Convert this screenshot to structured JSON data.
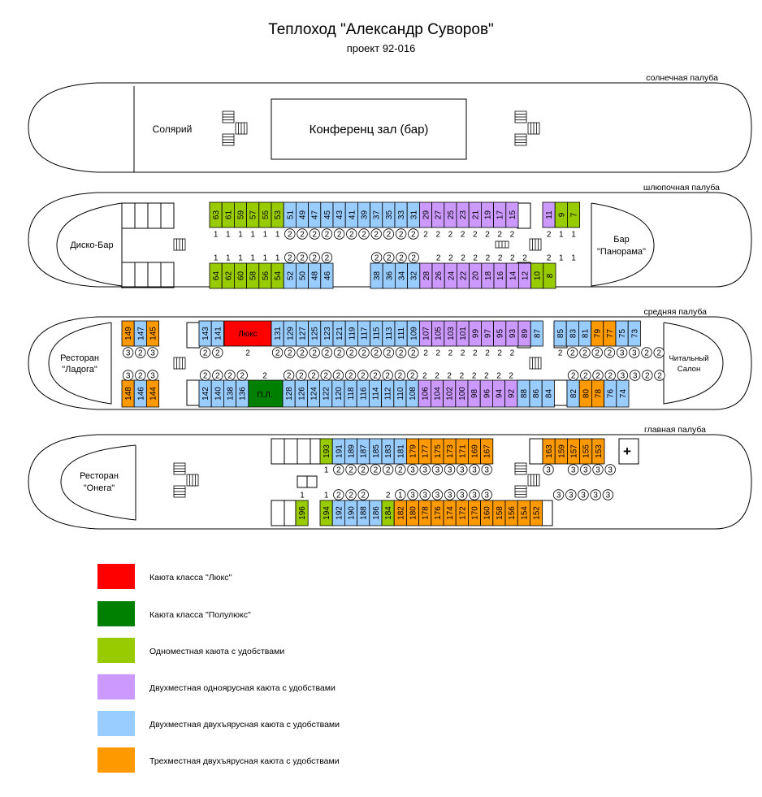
{
  "title": "Теплоход \"Александр Суворов\"",
  "subtitle": "проект 92-016",
  "colors": {
    "lux": "#ff0000",
    "semilux": "#008000",
    "single": "#99cc00",
    "double1": "#cc99ff",
    "double2": "#99ccff",
    "triple": "#ff9900"
  },
  "decks": {
    "sun": {
      "name": "солнечная палуба",
      "solarium": "Солярий",
      "hall": "Конференц зал (бар)"
    },
    "boat": {
      "name": "шлюпочная палуба",
      "disco": "Диско-Бар",
      "bar_line1": "Бар",
      "bar_line2": "\"Панорама\""
    },
    "middle": {
      "name": "средняя палуба",
      "rest_line1": "Ресторан",
      "rest_line2": "\"Ладога\"",
      "read_line1": "Читальный",
      "read_line2": "Салон",
      "lux_label": "Люкс",
      "semilux_label": "П.Л."
    },
    "main": {
      "name": "главная палуба",
      "rest_line1": "Ресторан",
      "rest_line2": "\"Онега\"",
      "medic": "+"
    }
  },
  "cabins": {
    "boat_top": [
      {
        "n": "63",
        "c": "single"
      },
      {
        "n": "61",
        "c": "single"
      },
      {
        "n": "59",
        "c": "single"
      },
      {
        "n": "57",
        "c": "single"
      },
      {
        "n": "55",
        "c": "single"
      },
      {
        "n": "53",
        "c": "single"
      },
      {
        "n": "51",
        "c": "double2"
      },
      {
        "n": "49",
        "c": "double2"
      },
      {
        "n": "47",
        "c": "double2"
      },
      {
        "n": "45",
        "c": "double2"
      },
      {
        "n": "43",
        "c": "double2"
      },
      {
        "n": "41",
        "c": "double2"
      },
      {
        "n": "39",
        "c": "double2"
      },
      {
        "n": "37",
        "c": "double2"
      },
      {
        "n": "35",
        "c": "double2"
      },
      {
        "n": "33",
        "c": "double2"
      },
      {
        "n": "31",
        "c": "double2"
      },
      {
        "n": "29",
        "c": "double1"
      },
      {
        "n": "27",
        "c": "double1"
      },
      {
        "n": "25",
        "c": "double1"
      },
      {
        "n": "23",
        "c": "double1"
      },
      {
        "n": "21",
        "c": "double1"
      },
      {
        "n": "19",
        "c": "double1"
      },
      {
        "n": "17",
        "c": "double1"
      },
      {
        "n": "15",
        "c": "double1"
      },
      {
        "n": "11",
        "c": "double1"
      },
      {
        "n": "9",
        "c": "single"
      },
      {
        "n": "7",
        "c": "single"
      }
    ],
    "boat_bottom": [
      {
        "n": "64",
        "c": "single"
      },
      {
        "n": "62",
        "c": "single"
      },
      {
        "n": "60",
        "c": "single"
      },
      {
        "n": "58",
        "c": "single"
      },
      {
        "n": "56",
        "c": "single"
      },
      {
        "n": "54",
        "c": "single"
      },
      {
        "n": "52",
        "c": "double2"
      },
      {
        "n": "50",
        "c": "double2"
      },
      {
        "n": "48",
        "c": "double2"
      },
      {
        "n": "46",
        "c": "double2"
      },
      {
        "n": "38",
        "c": "double2"
      },
      {
        "n": "36",
        "c": "double2"
      },
      {
        "n": "34",
        "c": "double2"
      },
      {
        "n": "32",
        "c": "double2"
      },
      {
        "n": "28",
        "c": "double1"
      },
      {
        "n": "26",
        "c": "double1"
      },
      {
        "n": "24",
        "c": "double1"
      },
      {
        "n": "22",
        "c": "double1"
      },
      {
        "n": "20",
        "c": "double1"
      },
      {
        "n": "18",
        "c": "double1"
      },
      {
        "n": "16",
        "c": "double1"
      },
      {
        "n": "14",
        "c": "double1"
      },
      {
        "n": "12",
        "c": "double1"
      },
      {
        "n": "10",
        "c": "single"
      },
      {
        "n": "8",
        "c": "single"
      }
    ],
    "middle_top": [
      {
        "n": "149",
        "c": "triple"
      },
      {
        "n": "147",
        "c": "double2"
      },
      {
        "n": "145",
        "c": "triple"
      },
      {
        "n": "143",
        "c": "double2"
      },
      {
        "n": "141",
        "c": "double2"
      },
      {
        "n": "131",
        "c": "double2"
      },
      {
        "n": "129",
        "c": "double2"
      },
      {
        "n": "127",
        "c": "double2"
      },
      {
        "n": "125",
        "c": "double2"
      },
      {
        "n": "123",
        "c": "double2"
      },
      {
        "n": "121",
        "c": "double2"
      },
      {
        "n": "119",
        "c": "double2"
      },
      {
        "n": "117",
        "c": "double2"
      },
      {
        "n": "115",
        "c": "double2"
      },
      {
        "n": "113",
        "c": "double2"
      },
      {
        "n": "111",
        "c": "double2"
      },
      {
        "n": "109",
        "c": "double2"
      },
      {
        "n": "107",
        "c": "double1"
      },
      {
        "n": "105",
        "c": "double1"
      },
      {
        "n": "103",
        "c": "double1"
      },
      {
        "n": "101",
        "c": "double1"
      },
      {
        "n": "99",
        "c": "double1"
      },
      {
        "n": "97",
        "c": "double1"
      },
      {
        "n": "95",
        "c": "double1"
      },
      {
        "n": "93",
        "c": "double1"
      },
      {
        "n": "89",
        "c": "double1"
      },
      {
        "n": "87",
        "c": "double2"
      },
      {
        "n": "85",
        "c": "double2"
      },
      {
        "n": "83",
        "c": "double2"
      },
      {
        "n": "81",
        "c": "double2"
      },
      {
        "n": "79",
        "c": "triple"
      },
      {
        "n": "77",
        "c": "triple"
      },
      {
        "n": "75",
        "c": "double2"
      },
      {
        "n": "73",
        "c": "double2"
      }
    ],
    "middle_bottom": [
      {
        "n": "148",
        "c": "triple"
      },
      {
        "n": "146",
        "c": "double2"
      },
      {
        "n": "144",
        "c": "triple"
      },
      {
        "n": "142",
        "c": "double2"
      },
      {
        "n": "140",
        "c": "double2"
      },
      {
        "n": "138",
        "c": "double2"
      },
      {
        "n": "136",
        "c": "double2"
      },
      {
        "n": "128",
        "c": "double2"
      },
      {
        "n": "126",
        "c": "double2"
      },
      {
        "n": "124",
        "c": "double2"
      },
      {
        "n": "122",
        "c": "double2"
      },
      {
        "n": "120",
        "c": "double2"
      },
      {
        "n": "118",
        "c": "double2"
      },
      {
        "n": "116",
        "c": "double2"
      },
      {
        "n": "114",
        "c": "double2"
      },
      {
        "n": "112",
        "c": "double2"
      },
      {
        "n": "110",
        "c": "double2"
      },
      {
        "n": "108",
        "c": "double2"
      },
      {
        "n": "106",
        "c": "double1"
      },
      {
        "n": "104",
        "c": "double1"
      },
      {
        "n": "102",
        "c": "double1"
      },
      {
        "n": "100",
        "c": "double1"
      },
      {
        "n": "98",
        "c": "double1"
      },
      {
        "n": "96",
        "c": "double1"
      },
      {
        "n": "94",
        "c": "double1"
      },
      {
        "n": "92",
        "c": "double1"
      },
      {
        "n": "88",
        "c": "double2"
      },
      {
        "n": "86",
        "c": "double2"
      },
      {
        "n": "84",
        "c": "double2"
      },
      {
        "n": "82",
        "c": "double2"
      },
      {
        "n": "80",
        "c": "triple"
      },
      {
        "n": "78",
        "c": "triple"
      },
      {
        "n": "76",
        "c": "double2"
      },
      {
        "n": "74",
        "c": "double2"
      }
    ],
    "main_top": [
      {
        "n": "193",
        "c": "single"
      },
      {
        "n": "191",
        "c": "double2"
      },
      {
        "n": "189",
        "c": "double2"
      },
      {
        "n": "187",
        "c": "double2"
      },
      {
        "n": "185",
        "c": "double2"
      },
      {
        "n": "183",
        "c": "double2"
      },
      {
        "n": "181",
        "c": "double2"
      },
      {
        "n": "179",
        "c": "triple"
      },
      {
        "n": "177",
        "c": "triple"
      },
      {
        "n": "175",
        "c": "triple"
      },
      {
        "n": "173",
        "c": "triple"
      },
      {
        "n": "171",
        "c": "triple"
      },
      {
        "n": "169",
        "c": "triple"
      },
      {
        "n": "167",
        "c": "triple"
      },
      {
        "n": "163",
        "c": "triple"
      },
      {
        "n": "159",
        "c": "triple"
      },
      {
        "n": "157",
        "c": "triple"
      },
      {
        "n": "155",
        "c": "triple"
      },
      {
        "n": "153",
        "c": "triple"
      }
    ],
    "main_bottom": [
      {
        "n": "196",
        "c": "single"
      },
      {
        "n": "194",
        "c": "single"
      },
      {
        "n": "192",
        "c": "double2"
      },
      {
        "n": "190",
        "c": "double2"
      },
      {
        "n": "188",
        "c": "double2"
      },
      {
        "n": "186",
        "c": "double2"
      },
      {
        "n": "184",
        "c": "single"
      },
      {
        "n": "182",
        "c": "triple"
      },
      {
        "n": "180",
        "c": "triple"
      },
      {
        "n": "178",
        "c": "triple"
      },
      {
        "n": "176",
        "c": "triple"
      },
      {
        "n": "174",
        "c": "triple"
      },
      {
        "n": "172",
        "c": "triple"
      },
      {
        "n": "170",
        "c": "triple"
      },
      {
        "n": "160",
        "c": "triple"
      },
      {
        "n": "158",
        "c": "triple"
      },
      {
        "n": "156",
        "c": "triple"
      },
      {
        "n": "154",
        "c": "triple"
      },
      {
        "n": "152",
        "c": "triple"
      }
    ]
  },
  "legend": [
    {
      "label": "Каюта класса \"Люкс\"",
      "c": "lux"
    },
    {
      "label": "Каюта класса \"Полулюкс\"",
      "c": "semilux"
    },
    {
      "label": "Одноместная каюта с удобствами",
      "c": "single"
    },
    {
      "label": "Двухместная одноярусная каюта с удобствами",
      "c": "double1"
    },
    {
      "label": "Двухместная двухъярусная каюта с удобствами",
      "c": "double2"
    },
    {
      "label": "Трехместная двухъярусная каюта с удобствами",
      "c": "triple"
    }
  ]
}
